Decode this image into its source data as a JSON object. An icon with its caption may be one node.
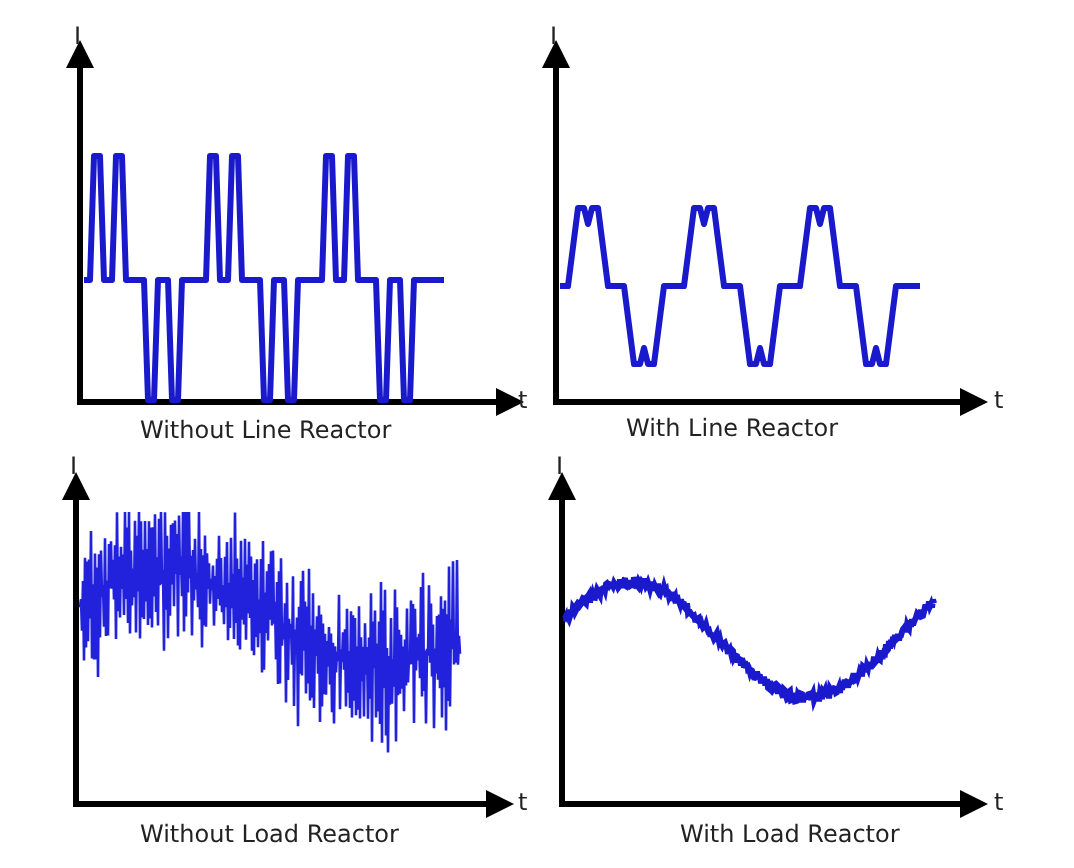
{
  "diagram": {
    "labels": [
      "I",
      "I",
      "t",
      "t",
      "Without Line Reactor",
      "With Line Reactor",
      "I",
      "I",
      "t",
      "t",
      "Without Load Reactor",
      "With Load Reactor"
    ]
  }
}
